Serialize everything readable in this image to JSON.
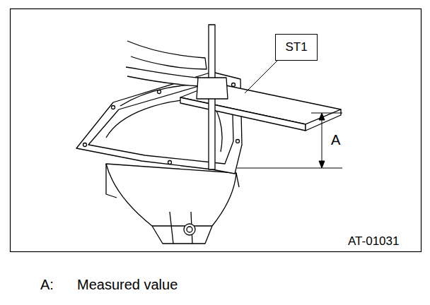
{
  "diagram": {
    "nodes": [
      {
        "text": [
          "ST1"
        ]
      }
    ],
    "labels": [
      "A",
      "AT-01031",
      "A:",
      "Measured value"
    ]
  }
}
